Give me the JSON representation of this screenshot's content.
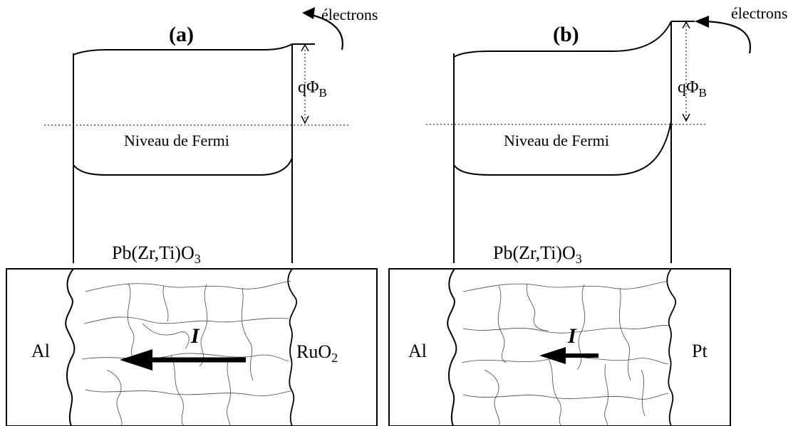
{
  "panels": [
    {
      "letter": "(a)",
      "electrons": "électrons",
      "barrier_symbol": "qΦ",
      "barrier_sub": "B",
      "fermi_label": "Niveau de Fermi",
      "film_prefix": "Pb(Zr,Ti)O",
      "film_sub": "3",
      "left_electrode": "Al",
      "right_electrode_main": "RuO",
      "right_electrode_sub": "2",
      "current_label": "I"
    },
    {
      "letter": "(b)",
      "electrons": "électrons",
      "barrier_symbol": "qΦ",
      "barrier_sub": "B",
      "fermi_label": "Niveau de Fermi",
      "film_prefix": "Pb(Zr,Ti)O",
      "film_sub": "3",
      "left_electrode": "Al",
      "right_electrode_main": "Pt",
      "right_electrode_sub": "",
      "current_label": "I"
    }
  ]
}
